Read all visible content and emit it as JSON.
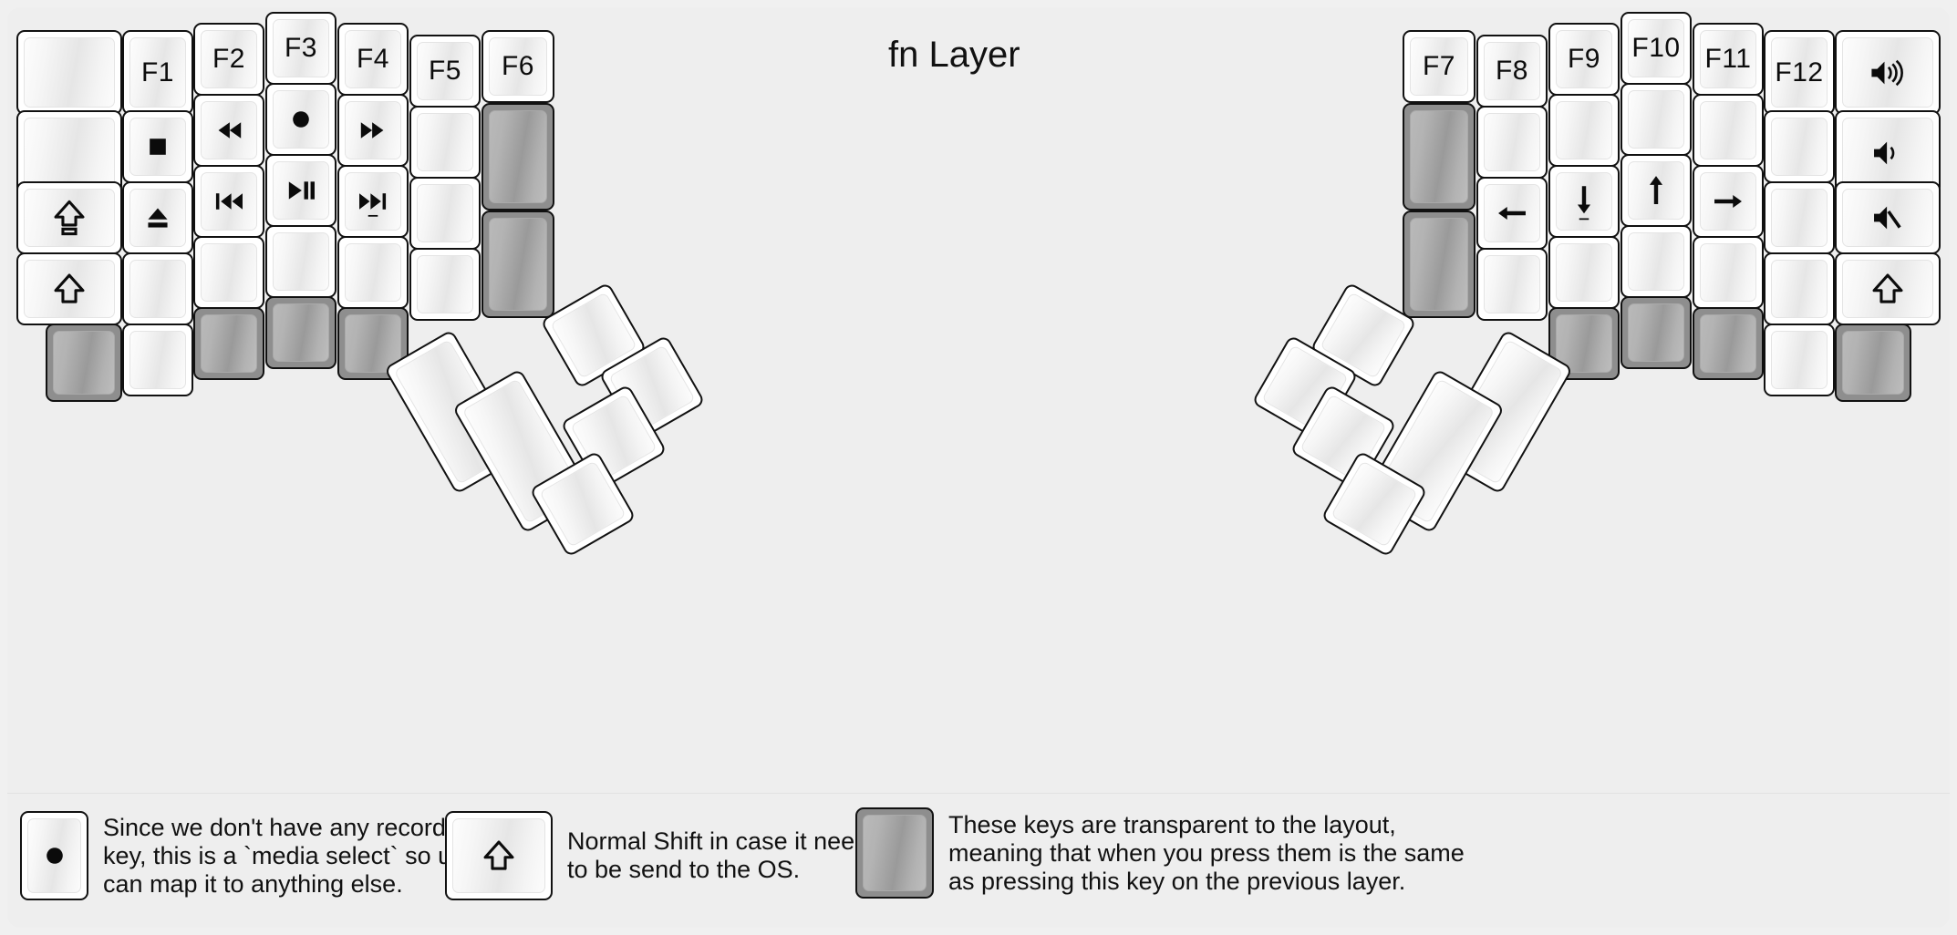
{
  "page": {
    "title": "fn Layer",
    "background": "#eeeeee",
    "key_fill": "#ffffff",
    "key_transparent_fill": "#8e8e8e",
    "key_border": "#111111"
  },
  "keyboard": {
    "name": "split-ergonomic-keyboard",
    "left_half": {
      "columns": [
        {
          "name": "col-pinky-outer",
          "keys": [
            {
              "label": "",
              "icon": "",
              "type": "normal"
            },
            {
              "label": "",
              "icon": "",
              "type": "normal"
            },
            {
              "label": "",
              "icon": "caps-lock-icon",
              "type": "normal"
            },
            {
              "label": "",
              "icon": "shift-icon",
              "type": "normal"
            }
          ]
        },
        {
          "name": "col-pinky",
          "keys": [
            {
              "label": "F1",
              "icon": "",
              "type": "normal"
            },
            {
              "label": "",
              "icon": "media-stop-icon",
              "type": "normal"
            },
            {
              "label": "",
              "icon": "media-eject-icon",
              "type": "normal"
            },
            {
              "label": "",
              "icon": "",
              "type": "normal"
            },
            {
              "label": "",
              "icon": "",
              "type": "normal"
            }
          ]
        },
        {
          "name": "col-ring",
          "keys": [
            {
              "label": "F2",
              "icon": "",
              "type": "normal"
            },
            {
              "label": "",
              "icon": "media-rewind-icon",
              "type": "normal"
            },
            {
              "label": "",
              "icon": "media-prev-track-icon",
              "type": "normal"
            },
            {
              "label": "",
              "icon": "",
              "type": "normal"
            },
            {
              "label": "",
              "icon": "",
              "type": "transparent"
            }
          ]
        },
        {
          "name": "col-middle",
          "keys": [
            {
              "label": "F3",
              "icon": "",
              "type": "normal"
            },
            {
              "label": "",
              "icon": "media-record-icon",
              "type": "normal"
            },
            {
              "label": "",
              "icon": "media-play-pause-icon",
              "type": "normal"
            },
            {
              "label": "",
              "icon": "",
              "type": "normal"
            },
            {
              "label": "",
              "icon": "",
              "type": "transparent"
            }
          ]
        },
        {
          "name": "col-index",
          "keys": [
            {
              "label": "F4",
              "icon": "",
              "type": "normal"
            },
            {
              "label": "",
              "icon": "media-fast-forward-icon",
              "type": "normal"
            },
            {
              "label": "",
              "icon": "media-next-track-icon",
              "type": "normal"
            },
            {
              "label": "",
              "icon": "",
              "type": "normal"
            },
            {
              "label": "",
              "icon": "",
              "type": "transparent"
            }
          ]
        },
        {
          "name": "col-index-inner",
          "keys": [
            {
              "label": "F5",
              "icon": "",
              "type": "normal"
            },
            {
              "label": "",
              "icon": "",
              "type": "normal"
            },
            {
              "label": "",
              "icon": "",
              "type": "normal"
            },
            {
              "label": "",
              "icon": "",
              "type": "normal"
            }
          ]
        },
        {
          "name": "col-inner",
          "keys": [
            {
              "label": "F6",
              "icon": "",
              "type": "normal"
            },
            {
              "label": "",
              "icon": "",
              "type": "transparent"
            },
            {
              "label": "",
              "icon": "",
              "type": "transparent"
            }
          ]
        }
      ],
      "thumb_cluster": {
        "name": "left-thumb-cluster",
        "keys": [
          {
            "label": "",
            "icon": "",
            "type": "normal"
          },
          {
            "label": "",
            "icon": "",
            "type": "normal"
          },
          {
            "label": "",
            "icon": "",
            "type": "normal"
          },
          {
            "label": "",
            "icon": "",
            "type": "normal"
          },
          {
            "label": "",
            "icon": "",
            "type": "normal"
          },
          {
            "label": "",
            "icon": "",
            "type": "normal"
          }
        ]
      }
    },
    "right_half": {
      "columns": [
        {
          "name": "col-inner",
          "keys": [
            {
              "label": "F7",
              "icon": "",
              "type": "normal"
            },
            {
              "label": "",
              "icon": "",
              "type": "transparent"
            },
            {
              "label": "",
              "icon": "",
              "type": "transparent"
            }
          ]
        },
        {
          "name": "col-index-inner",
          "keys": [
            {
              "label": "F8",
              "icon": "",
              "type": "normal"
            },
            {
              "label": "",
              "icon": "",
              "type": "normal"
            },
            {
              "label": "",
              "icon": "arrow-left-icon",
              "type": "normal"
            },
            {
              "label": "",
              "icon": "",
              "type": "normal"
            }
          ]
        },
        {
          "name": "col-index",
          "keys": [
            {
              "label": "F9",
              "icon": "",
              "type": "normal"
            },
            {
              "label": "",
              "icon": "",
              "type": "normal"
            },
            {
              "label": "",
              "icon": "arrow-down-icon",
              "type": "normal"
            },
            {
              "label": "",
              "icon": "",
              "type": "normal"
            },
            {
              "label": "",
              "icon": "",
              "type": "transparent"
            }
          ]
        },
        {
          "name": "col-middle",
          "keys": [
            {
              "label": "F10",
              "icon": "",
              "type": "normal"
            },
            {
              "label": "",
              "icon": "",
              "type": "normal"
            },
            {
              "label": "",
              "icon": "arrow-up-icon",
              "type": "normal"
            },
            {
              "label": "",
              "icon": "",
              "type": "normal"
            },
            {
              "label": "",
              "icon": "",
              "type": "transparent"
            }
          ]
        },
        {
          "name": "col-ring",
          "keys": [
            {
              "label": "F11",
              "icon": "",
              "type": "normal"
            },
            {
              "label": "",
              "icon": "",
              "type": "normal"
            },
            {
              "label": "",
              "icon": "arrow-right-icon",
              "type": "normal"
            },
            {
              "label": "",
              "icon": "",
              "type": "normal"
            },
            {
              "label": "",
              "icon": "",
              "type": "transparent"
            }
          ]
        },
        {
          "name": "col-pinky",
          "keys": [
            {
              "label": "F12",
              "icon": "",
              "type": "normal"
            },
            {
              "label": "",
              "icon": "",
              "type": "normal"
            },
            {
              "label": "",
              "icon": "",
              "type": "normal"
            },
            {
              "label": "",
              "icon": "",
              "type": "normal"
            },
            {
              "label": "",
              "icon": "",
              "type": "normal"
            }
          ]
        },
        {
          "name": "col-pinky-outer",
          "keys": [
            {
              "label": "",
              "icon": "volume-up-icon",
              "type": "normal"
            },
            {
              "label": "",
              "icon": "volume-down-icon",
              "type": "normal"
            },
            {
              "label": "",
              "icon": "volume-mute-icon",
              "type": "normal"
            },
            {
              "label": "",
              "icon": "shift-icon",
              "type": "normal"
            },
            {
              "label": "",
              "icon": "",
              "type": "transparent"
            }
          ]
        }
      ],
      "thumb_cluster": {
        "name": "right-thumb-cluster",
        "keys": [
          {
            "label": "",
            "icon": "",
            "type": "normal"
          },
          {
            "label": "",
            "icon": "",
            "type": "normal"
          },
          {
            "label": "",
            "icon": "",
            "type": "normal"
          },
          {
            "label": "",
            "icon": "",
            "type": "normal"
          },
          {
            "label": "",
            "icon": "",
            "type": "normal"
          },
          {
            "label": "",
            "icon": "",
            "type": "normal"
          }
        ]
      }
    }
  },
  "legend": [
    {
      "key_icon": "media-record-icon",
      "key_type": "normal",
      "text": "Since we don't have any recording\nkey, this is a `media select` so user\ncan map it to anything else."
    },
    {
      "key_icon": "shift-icon",
      "key_type": "normal",
      "text": "Normal Shift in case it needs\nto be send to the OS."
    },
    {
      "key_icon": "",
      "key_type": "transparent",
      "text": "These keys are transparent to the layout,\nmeaning that when you press them is the same\nas pressing this key on the previous layer."
    }
  ]
}
